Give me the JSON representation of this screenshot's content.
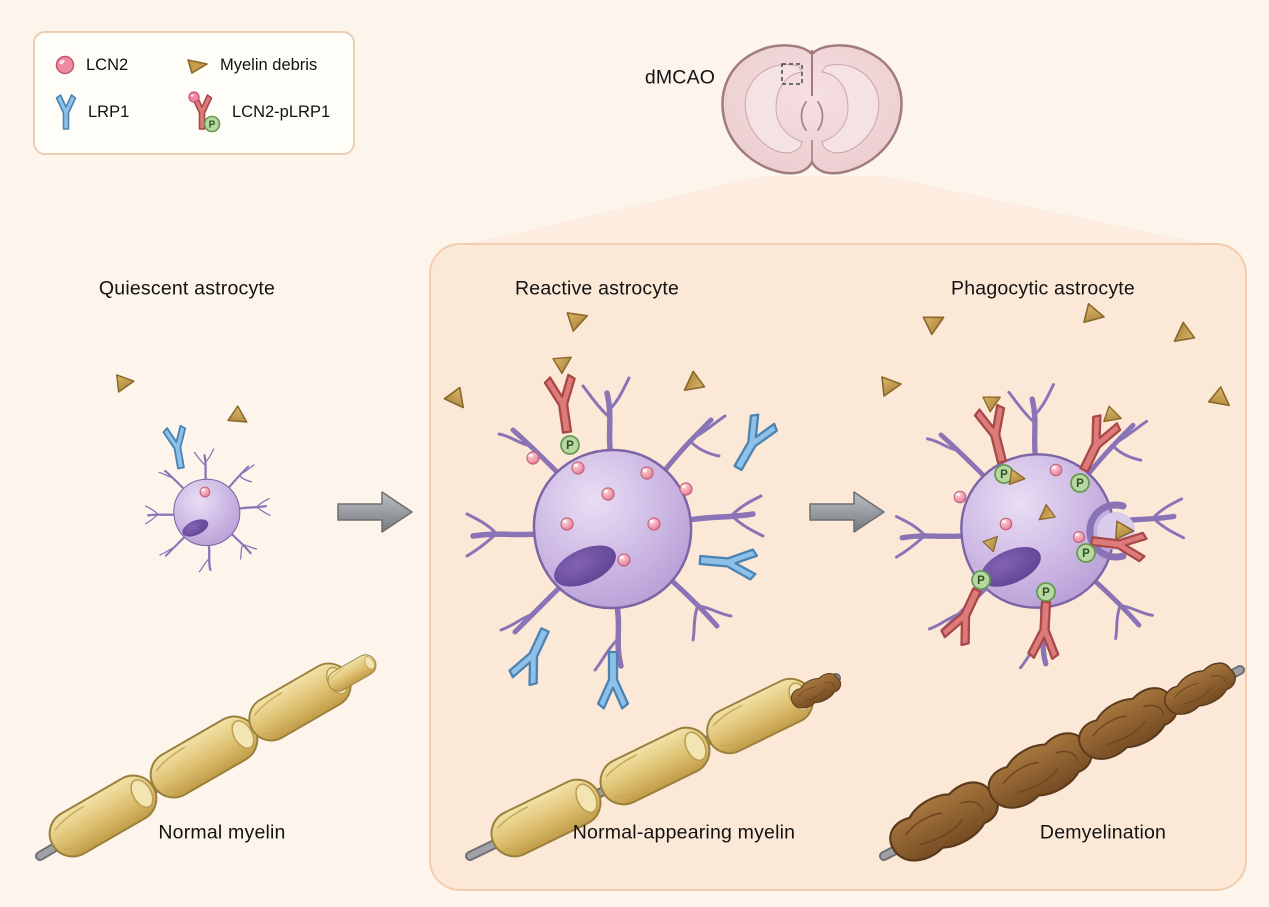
{
  "brain": {
    "label": "dMCAO"
  },
  "legend": {
    "items": [
      {
        "label": "LCN2",
        "icon": "lcn2-icon"
      },
      {
        "label": "Myelin debris",
        "icon": "myelin-debris-icon"
      },
      {
        "label": "LRP1",
        "icon": "lrp1-icon"
      },
      {
        "label": "LCN2-pLRP1",
        "icon": "lcn2-plrp1-icon"
      }
    ]
  },
  "markers": {
    "phospho": "P"
  },
  "stages": [
    {
      "id": "quiescent",
      "astrocyte_label": "Quiescent astrocyte",
      "myelin_label": "Normal myelin"
    },
    {
      "id": "reactive",
      "astrocyte_label": "Reactive astrocyte",
      "myelin_label": "Normal-appearing myelin"
    },
    {
      "id": "phagocytic",
      "astrocyte_label": "Phagocytic astrocyte",
      "myelin_label": "Demyelination"
    }
  ],
  "colors": {
    "page_bg": "#fdf4ec",
    "panel_bg": "#fce8d7",
    "panel_border": "#f3cdae",
    "funnel_bg": "#fcede0",
    "astrocyte_body": "#cdb9e4",
    "astrocyte_outline": "#7b65a6",
    "nucleus_purple": "#5c4090",
    "lcn2_pink": "#ee8aa2",
    "lrp1_blue": "#8fc0e8",
    "lcn2_plrp1_red": "#dd7b7b",
    "phospho_green": "#b7d8a2",
    "myelin_gold": "#ddc070",
    "debris_tan": "#c89a4a",
    "demyelination_brown": "#8a5a2e",
    "axon_gray": "#9a9aa0",
    "arrow_gray": "#8e9196",
    "brain_pink": "#efd2d4"
  }
}
